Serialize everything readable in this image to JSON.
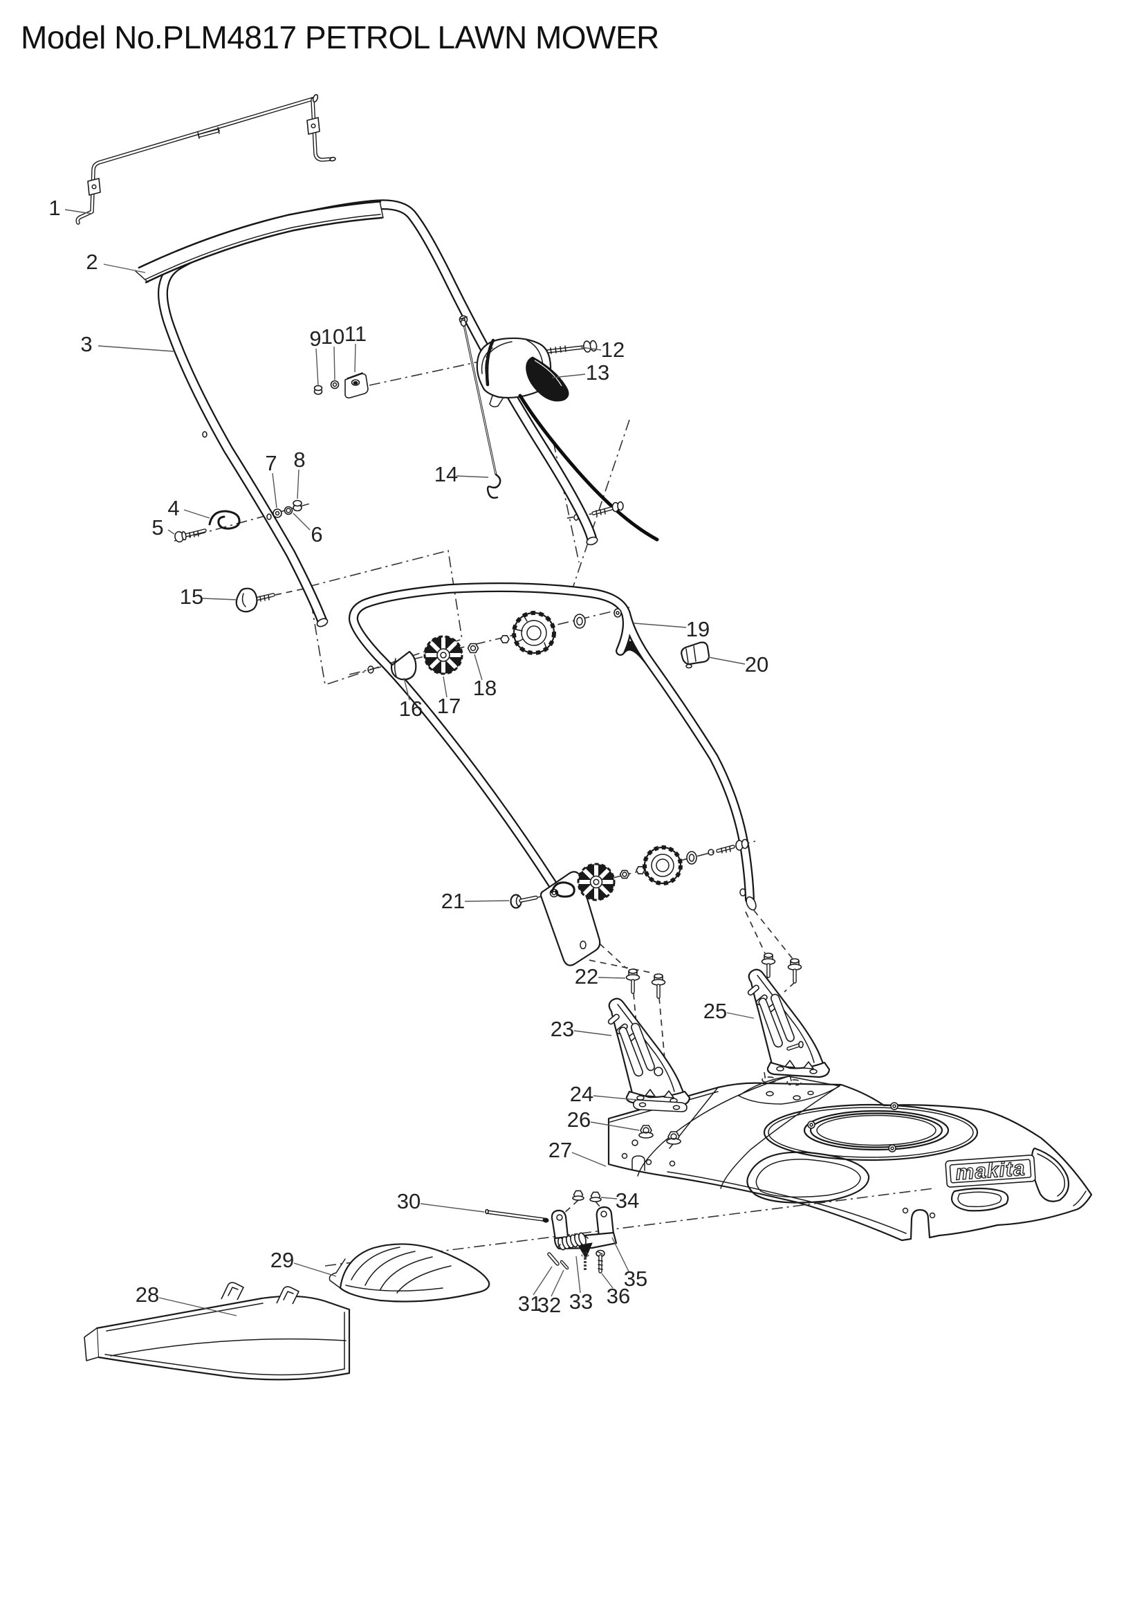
{
  "title": "Model No.PLM4817 PETROL LAWN MOWER",
  "deck_badge": "makita",
  "callouts": {
    "c1": "1",
    "c2": "2",
    "c3": "3",
    "c4": "4",
    "c5": "5",
    "c6": "6",
    "c7": "7",
    "c8": "8",
    "c9": "9",
    "c10": "10",
    "c11": "11",
    "c12": "12",
    "c13": "13",
    "c14": "14",
    "c15": "15",
    "c16": "16",
    "c17": "17",
    "c18": "18",
    "c19": "19",
    "c20": "20",
    "c21": "21",
    "c22": "22",
    "c23": "23",
    "c24": "24",
    "c25": "25",
    "c26": "26",
    "c27": "27",
    "c28": "28",
    "c29": "29",
    "c30": "30",
    "c31": "31",
    "c32": "32",
    "c33": "33",
    "c34": "34",
    "c35": "35",
    "c36": "36"
  }
}
